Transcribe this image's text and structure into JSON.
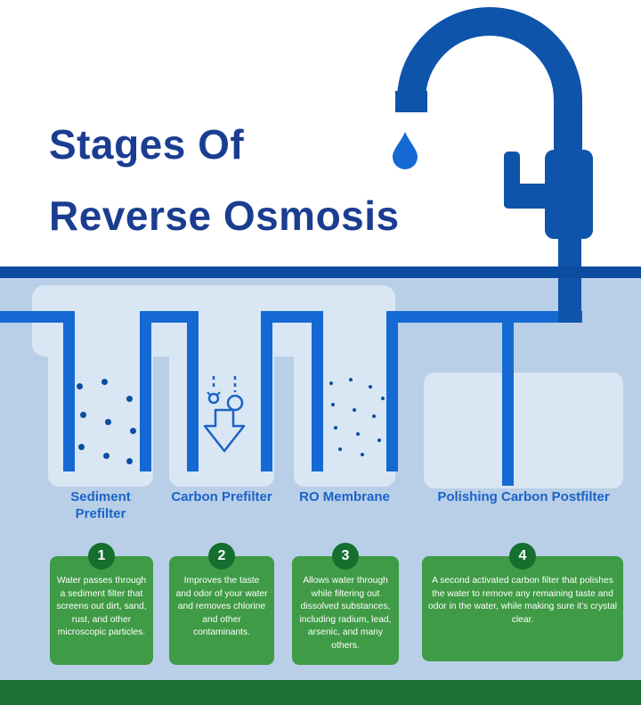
{
  "title": {
    "line1": "Stages Of",
    "line2": "Reverse Osmosis"
  },
  "stages": [
    {
      "name": "Sediment Prefilter",
      "number": "1",
      "description": "Water passes through a sediment filter that screens out dirt, sand, rust, and other microscopic particles."
    },
    {
      "name": "Carbon Prefilter",
      "number": "2",
      "description": "Improves the taste and odor of your water and removes chlorine and other contaminants."
    },
    {
      "name": "RO Membrane",
      "number": "3",
      "description": "Allows water through while filtering out dissolved substances, including radium, lead, arsenic, and many others."
    },
    {
      "name": "Polishing Carbon Postfilter",
      "number": "4",
      "description": "A second activated carbon filter that polishes the water to remove any remaining taste and odor in the water, while making sure it's crystal clear."
    }
  ],
  "colors": {
    "title_navy": "#1b3d91",
    "pipe_blue": "#1569d3",
    "faucet_blue": "#0e54ab",
    "divider_blue": "#0b4ca0",
    "lower_background": "#b9cfe7",
    "housing_light": "#d9e6f3",
    "stage_green": "#3f9b45",
    "badge_green": "#156f2e",
    "footer_green": "#1b7136",
    "label_blue": "#1a63c8"
  }
}
